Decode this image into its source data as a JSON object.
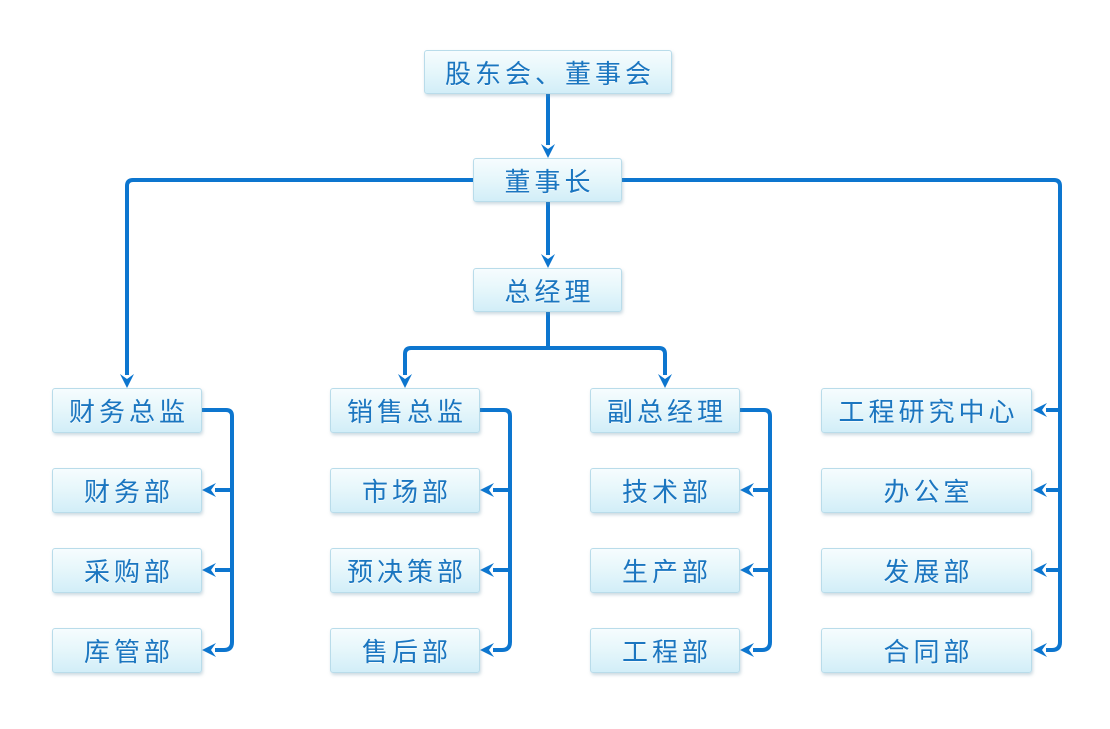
{
  "nodes": {
    "board": "股东会、董事会",
    "chairman": "董事长",
    "general_manager": "总经理"
  },
  "columns": [
    {
      "head": "财务总监",
      "depts": [
        "财务部",
        "采购部",
        "库管部"
      ]
    },
    {
      "head": "销售总监",
      "depts": [
        "市场部",
        "预决策部",
        "售后部"
      ]
    },
    {
      "head": "副总经理",
      "depts": [
        "技术部",
        "生产部",
        "工程部"
      ]
    },
    {
      "head": "工程研究中心",
      "depts": [
        "办公室",
        "发展部",
        "合同部"
      ]
    }
  ],
  "colors": {
    "connector": "#0d76cf",
    "node_text": "#1b76c0",
    "node_fill_top": "#f6fcfe",
    "node_fill_bottom": "#d2eef8",
    "node_border": "#b9dcea",
    "background": "#ffffff"
  }
}
